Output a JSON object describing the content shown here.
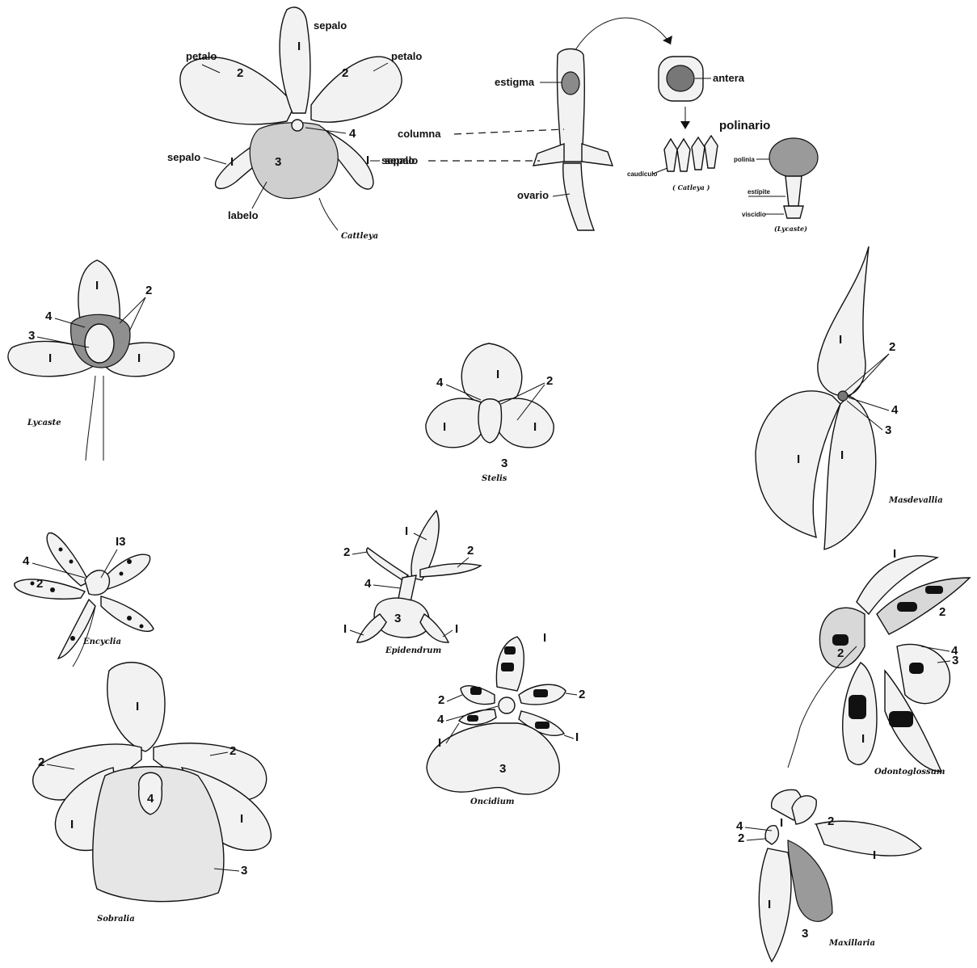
{
  "cattleya": {
    "sepalo_top": "sepalo",
    "petalo_left": "petalo",
    "petalo_right": "petalo",
    "sepalo_left": "sepalo",
    "sepalo_right": "sepalo",
    "labelo": "labelo",
    "n1a": "I",
    "n2a": "2",
    "n2b": "2",
    "n4": "4",
    "n1b": "I",
    "n3": "3",
    "n1c": "I",
    "caption": "Cattleya"
  },
  "column": {
    "estigma": "estigma",
    "columna": "columna",
    "sepalo": "sepalo",
    "ovario": "ovario",
    "antera": "antera",
    "polinario": "polinario",
    "caudiculo": "caudículo",
    "cattleya": "( Catleya )",
    "polinia": "polinia",
    "estipite": "estípite",
    "viscidio": "viscidio",
    "lycaste": "(Lycaste)"
  },
  "lycaste": {
    "n1a": "I",
    "n2": "2",
    "n4": "4",
    "n3": "3",
    "n1b": "I",
    "n1c": "I",
    "caption": "Lycaste"
  },
  "stelis": {
    "n1a": "I",
    "n4": "4",
    "n2": "2",
    "n1b": "I",
    "n1c": "I",
    "n3": "3",
    "caption": "Stelis"
  },
  "masdevallia": {
    "n1a": "I",
    "n2": "2",
    "n4": "4",
    "n3": "3",
    "n1b": "I",
    "n1c": "I",
    "caption": "Masdevallia"
  },
  "encyclia": {
    "n13": "I3",
    "n4": "4",
    "n2": "2",
    "caption": "Encyclia"
  },
  "epidendrum": {
    "n1a": "I",
    "n2a": "2",
    "n2b": "2",
    "n4": "4",
    "n1b": "I",
    "n3": "3",
    "n1c": "I",
    "caption": "Epidendrum"
  },
  "oncidium": {
    "n1a": "I",
    "n2a": "2",
    "n4": "4",
    "n2b": "2",
    "n1b": "I",
    "n1c": "I",
    "n3": "3",
    "caption": "Oncidium"
  },
  "odontoglossum": {
    "n1a": "I",
    "n2a": "2",
    "n2b": "2",
    "n4": "4",
    "n3": "3",
    "n1b": "I",
    "caption": "Odontoglossum"
  },
  "sobralia": {
    "n1a": "I",
    "n2a": "2",
    "n2b": "2",
    "n4": "4",
    "n1b": "I",
    "n1c": "I",
    "n3": "3",
    "caption": "Sobralia"
  },
  "maxillaria": {
    "n1a": "I",
    "n4": "4",
    "n2a": "2",
    "n2b": "2",
    "n1b": "I",
    "n1c": "I",
    "n3": "3",
    "caption": "Maxillaria"
  }
}
